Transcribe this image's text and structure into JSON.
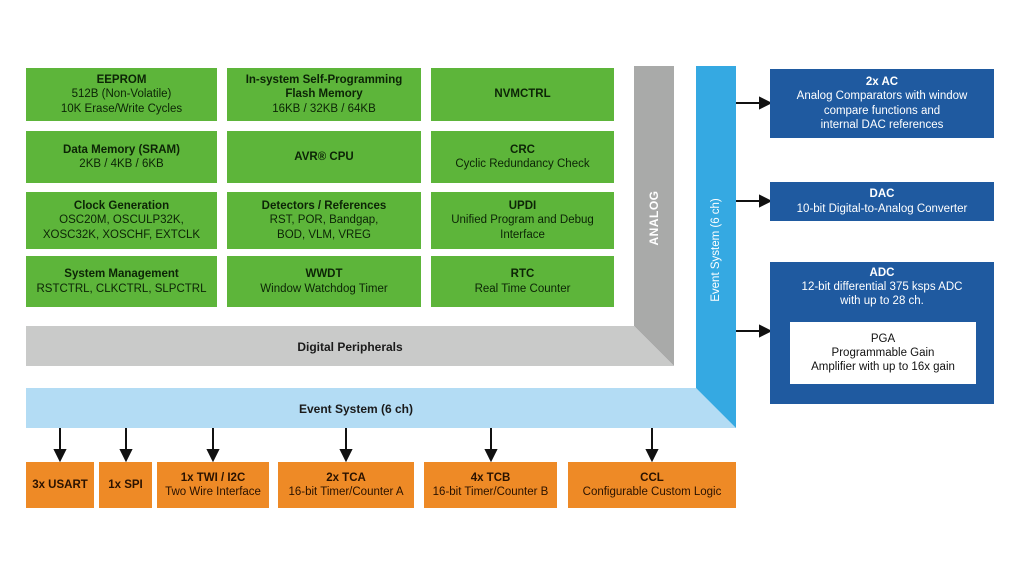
{
  "green_blocks": [
    {
      "title": "EEPROM",
      "lines": [
        "512B (Non-Volatile)",
        "10K Erase/Write Cycles"
      ]
    },
    {
      "title": "In-system Self-Programming Flash Memory",
      "lines": [
        "16KB / 32KB / 64KB"
      ]
    },
    {
      "title": "NVMCTRL",
      "lines": []
    },
    {
      "title": "Data Memory (SRAM)",
      "lines": [
        "2KB / 4KB / 6KB"
      ]
    },
    {
      "title": "AVR® CPU",
      "lines": []
    },
    {
      "title": "CRC",
      "lines": [
        "Cyclic Redundancy Check"
      ]
    },
    {
      "title": "Clock Generation",
      "lines": [
        "OSC20M, OSCULP32K,",
        "XOSC32K, XOSCHF, EXTCLK"
      ]
    },
    {
      "title": "Detectors / References",
      "lines": [
        "RST, POR, Bandgap,",
        "BOD, VLM, VREG"
      ]
    },
    {
      "title": "UPDI",
      "lines": [
        "Unified Program and Debug",
        "Interface"
      ]
    },
    {
      "title": "System Management",
      "lines": [
        "RSTCTRL, CLKCTRL, SLPCTRL"
      ]
    },
    {
      "title": "WWDT",
      "lines": [
        "Window Watchdog Timer"
      ]
    },
    {
      "title": "RTC",
      "lines": [
        "Real Time Counter"
      ]
    }
  ],
  "analog_label": "ANALOG",
  "digital_label": "Digital Peripherals",
  "event_h_label": "Event System (6 ch)",
  "event_v_label": "Event System (6 ch)",
  "blue_blocks": {
    "ac": {
      "title": "2x AC",
      "lines": [
        "Analog Comparators with window",
        "compare functions and",
        "internal DAC references"
      ]
    },
    "dac": {
      "title": "DAC",
      "lines": [
        "10-bit Digital-to-Analog Converter"
      ]
    },
    "adc": {
      "title": "ADC",
      "lines": [
        "12-bit differential 375 ksps ADC",
        "with up to 28 ch."
      ]
    },
    "pga": {
      "title": "PGA",
      "lines": [
        "Programmable Gain",
        "Amplifier with up to 16x gain"
      ]
    }
  },
  "orange_blocks": [
    {
      "title": "3x USART",
      "lines": []
    },
    {
      "title": "1x SPI",
      "lines": []
    },
    {
      "title": "1x TWI / I2C",
      "lines": [
        "Two Wire Interface"
      ]
    },
    {
      "title": "2x TCA",
      "lines": [
        "16-bit Timer/Counter A"
      ]
    },
    {
      "title": "4x TCB",
      "lines": [
        "16-bit Timer/Counter B"
      ]
    },
    {
      "title": "CCL",
      "lines": [
        "Configurable Custom Logic"
      ]
    }
  ],
  "colors": {
    "green": "#5db53a",
    "blue": "#1f5aa0",
    "orange": "#ee8a26",
    "event_bus": "#a8d6f2",
    "event_vertical": "#35a9e2",
    "gray": "#c7c8c7",
    "gray_dark": "#a0a1a0"
  }
}
